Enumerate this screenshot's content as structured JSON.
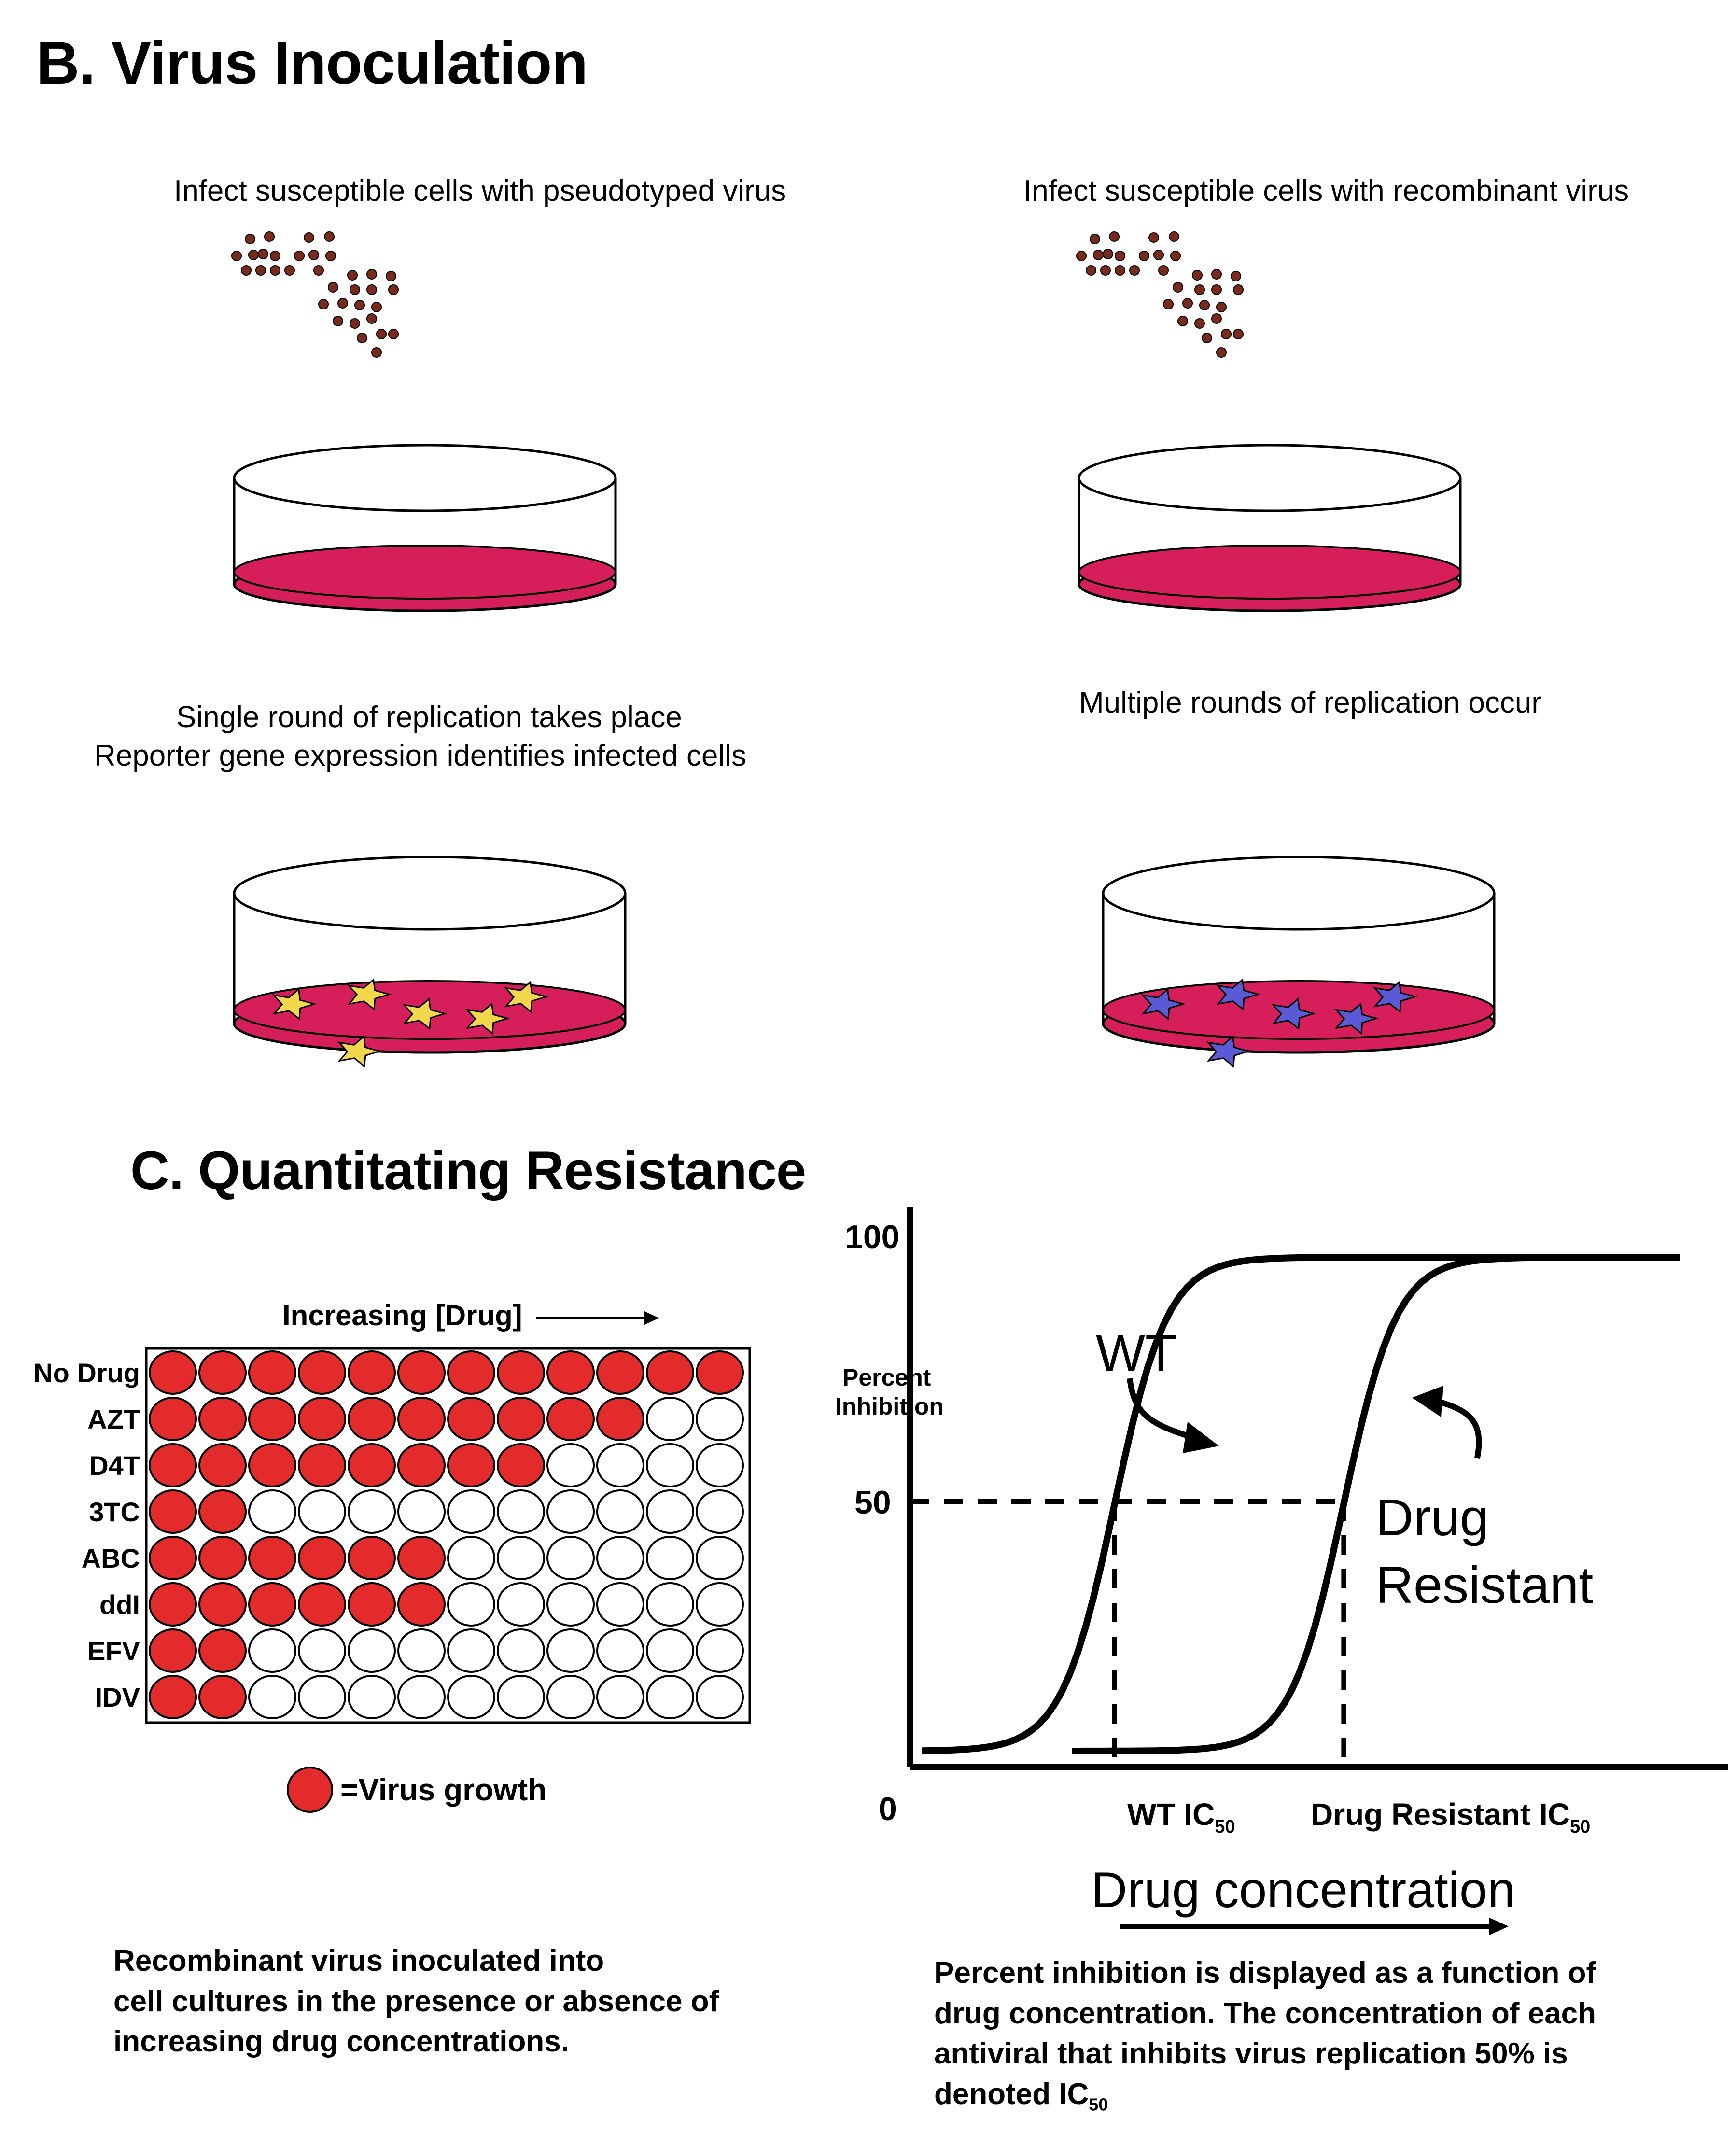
{
  "section_b": {
    "title": "B. Virus Inoculation",
    "left_caption": "Infect susceptible cells with pseudotyped virus",
    "right_caption": "Infect susceptible cells with recombinant virus",
    "left_result_line1": "Single round of replication takes place",
    "left_result_line2": "Reporter gene expression identifies infected cells",
    "right_result": "Multiple rounds of replication occur"
  },
  "section_c": {
    "title": "C. Quantitating Resistance",
    "plate": {
      "header": "Increasing [Drug]",
      "legend": "=Virus growth",
      "rows": [
        {
          "label": "No Drug",
          "filled": 12
        },
        {
          "label": "AZT",
          "filled": 10
        },
        {
          "label": "D4T",
          "filled": 8
        },
        {
          "label": "3TC",
          "filled": 2
        },
        {
          "label": "ABC",
          "filled": 6
        },
        {
          "label": "ddI",
          "filled": 6
        },
        {
          "label": "EFV",
          "filled": 2
        },
        {
          "label": "IDV",
          "filled": 2
        }
      ],
      "columns": 12,
      "growth_color": "#e32b2b"
    },
    "left_caption": [
      "Recombinant virus inoculated into",
      "cell cultures in the presence or absence of",
      "increasing drug concentrations."
    ],
    "right_caption": [
      "Percent inhibition is displayed as a function of",
      "drug concentration. The concentration of each",
      "antiviral that inhibits virus replication 50% is"
    ],
    "right_caption_last": "denoted IC",
    "right_caption_sub": "50"
  },
  "chart_data": {
    "type": "line",
    "ylabel_line1": "Percent",
    "ylabel_line2": "Inhibition",
    "xlabel": "Drug concentration",
    "y_ticks": [
      "100",
      "50",
      "0"
    ],
    "wt_label": "WT",
    "resistant_label_line1": "Drug",
    "resistant_label_line2": "Resistant",
    "wt_ic50_label": "WT IC",
    "resistant_ic50_label": "Drug Resistant IC",
    "ic_subscript": "50",
    "series": [
      {
        "name": "WT",
        "ic50_relative": 0.25
      },
      {
        "name": "Drug Resistant",
        "ic50_relative": 0.53
      }
    ],
    "ylim": [
      0,
      100
    ]
  },
  "colors": {
    "medium": "#d61f5a",
    "virus": "#7a2a1a",
    "yellow_cell": "#f2d64b",
    "blue_cell": "#5a5ad6"
  }
}
